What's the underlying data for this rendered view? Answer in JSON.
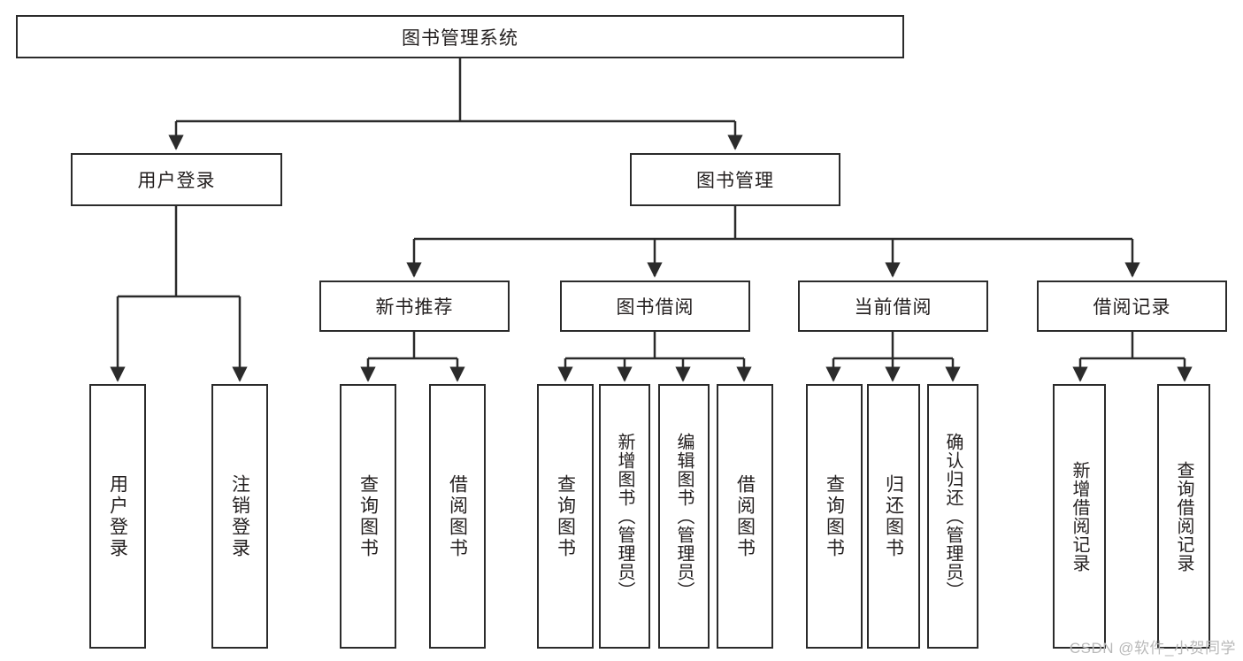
{
  "diagram": {
    "title": "图书管理系统",
    "type": "tree-hierarchy",
    "root": {
      "label": "图书管理系统"
    },
    "level2": [
      {
        "label": "用户登录"
      },
      {
        "label": "图书管理"
      }
    ],
    "level3": [
      {
        "label": "新书推荐"
      },
      {
        "label": "图书借阅"
      },
      {
        "label": "当前借阅"
      },
      {
        "label": "借阅记录"
      }
    ],
    "leaves": {
      "user_login": [
        {
          "label": "用户登录"
        },
        {
          "label": "注销登录"
        }
      ],
      "new_book_recommend": [
        {
          "label": "查询图书"
        },
        {
          "label": "借阅图书"
        }
      ],
      "book_borrow": [
        {
          "label": "查询图书"
        },
        {
          "label": "新增图书（管理员）"
        },
        {
          "label": "编辑图书（管理员）"
        },
        {
          "label": "借阅图书"
        }
      ],
      "current_borrow": [
        {
          "label": "查询图书"
        },
        {
          "label": "归还图书"
        },
        {
          "label": "确认归还（管理员）"
        }
      ],
      "borrow_record": [
        {
          "label": "新增借阅记录"
        },
        {
          "label": "查询借阅记录"
        }
      ]
    }
  },
  "watermark": {
    "text": "CSDN @软件_小贺同学"
  },
  "colors": {
    "stroke": "#2b2b2b",
    "text": "#231f1f",
    "background": "#ffffff",
    "watermark": "#b9b9b9"
  }
}
